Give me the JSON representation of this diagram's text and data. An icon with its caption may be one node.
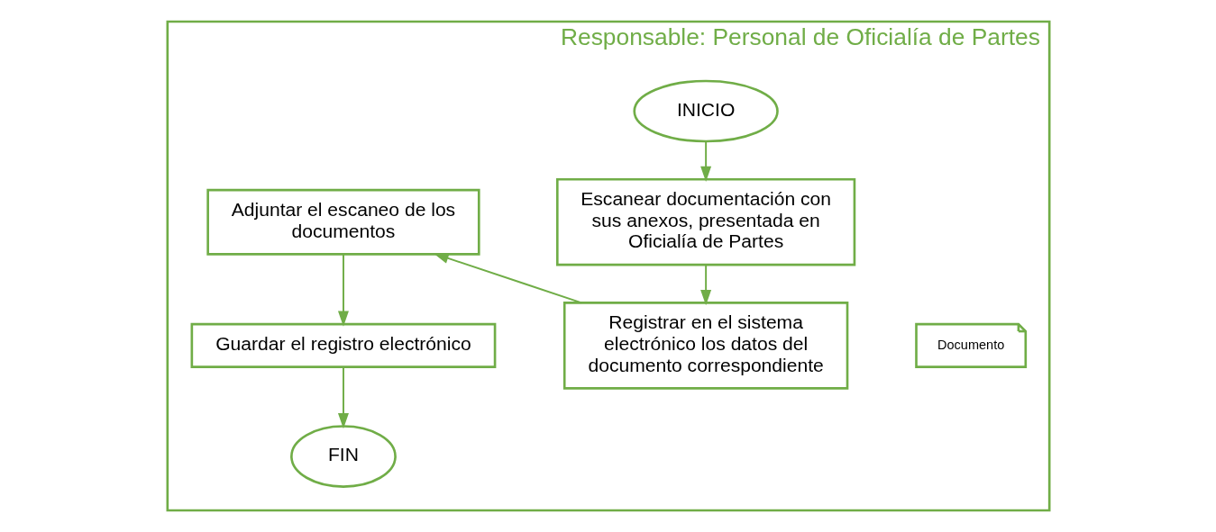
{
  "diagram": {
    "nodes": [
      {
        "text": [
          "Responsable: Personal de Oficialía de Partes"
        ]
      },
      {
        "text": [
          "INICIO"
        ],
        "in": 0
      },
      {
        "text": [
          "Escanear documentación con sus anexos, presentada en Oficialía de Partes"
        ],
        "in": 0
      },
      {
        "text": [
          "Documento"
        ],
        "in": 0
      },
      {
        "text": [
          "Registrar en el sistema electrónico los datos del documento correspondiente"
        ],
        "in": 0
      },
      {
        "text": [
          "Adjuntar el escaneo de los documentos"
        ],
        "in": 0
      },
      {
        "text": [
          "Guardar el registro electrónico"
        ],
        "in": 0
      },
      {
        "text": [
          "FIN"
        ],
        "in": 0
      }
    ],
    "edges": [
      {
        "from": 1,
        "to": 2,
        "arrow": "to"
      },
      {
        "from": 2,
        "to": 4,
        "arrow": "to"
      },
      {
        "from": 4,
        "to": 5,
        "arrow": "to"
      },
      {
        "from": 5,
        "to": 6,
        "arrow": "to"
      },
      {
        "from": 6,
        "to": 7,
        "arrow": "to"
      }
    ]
  }
}
